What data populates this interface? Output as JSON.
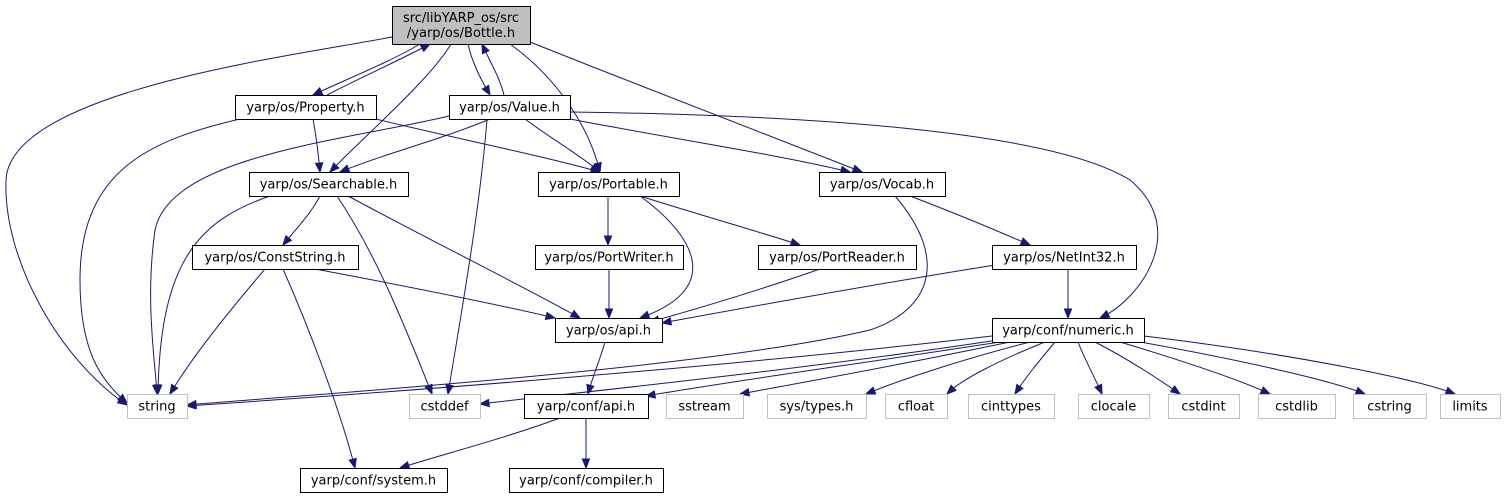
{
  "graph": {
    "colors": {
      "edge": "#191970",
      "box_border": "#000000",
      "sys_border": "#bfbfbf",
      "root_fill": "#bfbfbf",
      "box_fill": "#ffffff",
      "text": "#000000"
    },
    "nodes": [
      {
        "id": "bottle",
        "lines": [
          "src/libYARP_os/src",
          "/yarp/os/Bottle.h"
        ],
        "kind": "root"
      },
      {
        "id": "property",
        "lines": [
          "yarp/os/Property.h"
        ],
        "kind": "file"
      },
      {
        "id": "value",
        "lines": [
          "yarp/os/Value.h"
        ],
        "kind": "file"
      },
      {
        "id": "searchable",
        "lines": [
          "yarp/os/Searchable.h"
        ],
        "kind": "file"
      },
      {
        "id": "portable",
        "lines": [
          "yarp/os/Portable.h"
        ],
        "kind": "file"
      },
      {
        "id": "vocab",
        "lines": [
          "yarp/os/Vocab.h"
        ],
        "kind": "file"
      },
      {
        "id": "conststring",
        "lines": [
          "yarp/os/ConstString.h"
        ],
        "kind": "file"
      },
      {
        "id": "portwriter",
        "lines": [
          "yarp/os/PortWriter.h"
        ],
        "kind": "file"
      },
      {
        "id": "portreader",
        "lines": [
          "yarp/os/PortReader.h"
        ],
        "kind": "file"
      },
      {
        "id": "netint32",
        "lines": [
          "yarp/os/NetInt32.h"
        ],
        "kind": "file"
      },
      {
        "id": "osapi",
        "lines": [
          "yarp/os/api.h"
        ],
        "kind": "file"
      },
      {
        "id": "numeric",
        "lines": [
          "yarp/conf/numeric.h"
        ],
        "kind": "file"
      },
      {
        "id": "string",
        "lines": [
          "string"
        ],
        "kind": "sys"
      },
      {
        "id": "cstddef",
        "lines": [
          "cstddef"
        ],
        "kind": "sys"
      },
      {
        "id": "confapi",
        "lines": [
          "yarp/conf/api.h"
        ],
        "kind": "file"
      },
      {
        "id": "sstream",
        "lines": [
          "sstream"
        ],
        "kind": "sys"
      },
      {
        "id": "systypes",
        "lines": [
          "sys/types.h"
        ],
        "kind": "sys"
      },
      {
        "id": "cfloat",
        "lines": [
          "cfloat"
        ],
        "kind": "sys"
      },
      {
        "id": "cinttypes",
        "lines": [
          "cinttypes"
        ],
        "kind": "sys"
      },
      {
        "id": "clocale",
        "lines": [
          "clocale"
        ],
        "kind": "sys"
      },
      {
        "id": "cstdint",
        "lines": [
          "cstdint"
        ],
        "kind": "sys"
      },
      {
        "id": "cstdlib",
        "lines": [
          "cstdlib"
        ],
        "kind": "sys"
      },
      {
        "id": "cstring",
        "lines": [
          "cstring"
        ],
        "kind": "sys"
      },
      {
        "id": "limits",
        "lines": [
          "limits"
        ],
        "kind": "sys"
      },
      {
        "id": "confsystem",
        "lines": [
          "yarp/conf/system.h"
        ],
        "kind": "file"
      },
      {
        "id": "confcompiler",
        "lines": [
          "yarp/conf/compiler.h"
        ],
        "kind": "file"
      }
    ],
    "edges": [
      {
        "from": "bottle",
        "to": "string"
      },
      {
        "from": "bottle",
        "to": "property"
      },
      {
        "from": "property",
        "to": "bottle"
      },
      {
        "from": "bottle",
        "to": "searchable"
      },
      {
        "from": "bottle",
        "to": "value"
      },
      {
        "from": "value",
        "to": "bottle"
      },
      {
        "from": "bottle",
        "to": "portable"
      },
      {
        "from": "bottle",
        "to": "vocab"
      },
      {
        "from": "property",
        "to": "string"
      },
      {
        "from": "property",
        "to": "searchable"
      },
      {
        "from": "property",
        "to": "portable"
      },
      {
        "from": "value",
        "to": "string"
      },
      {
        "from": "value",
        "to": "searchable"
      },
      {
        "from": "value",
        "to": "cstddef"
      },
      {
        "from": "value",
        "to": "portable"
      },
      {
        "from": "value",
        "to": "vocab"
      },
      {
        "from": "value",
        "to": "numeric"
      },
      {
        "from": "searchable",
        "to": "string"
      },
      {
        "from": "searchable",
        "to": "conststring"
      },
      {
        "from": "searchable",
        "to": "cstddef"
      },
      {
        "from": "searchable",
        "to": "osapi"
      },
      {
        "from": "portable",
        "to": "portwriter"
      },
      {
        "from": "portable",
        "to": "portreader"
      },
      {
        "from": "portable",
        "to": "osapi"
      },
      {
        "from": "vocab",
        "to": "string"
      },
      {
        "from": "vocab",
        "to": "netint32"
      },
      {
        "from": "conststring",
        "to": "string"
      },
      {
        "from": "conststring",
        "to": "osapi"
      },
      {
        "from": "conststring",
        "to": "confsystem"
      },
      {
        "from": "portwriter",
        "to": "osapi"
      },
      {
        "from": "portreader",
        "to": "osapi"
      },
      {
        "from": "netint32",
        "to": "osapi"
      },
      {
        "from": "netint32",
        "to": "numeric"
      },
      {
        "from": "osapi",
        "to": "confapi"
      },
      {
        "from": "numeric",
        "to": "string"
      },
      {
        "from": "numeric",
        "to": "cstddef"
      },
      {
        "from": "numeric",
        "to": "confapi"
      },
      {
        "from": "numeric",
        "to": "sstream"
      },
      {
        "from": "numeric",
        "to": "systypes"
      },
      {
        "from": "numeric",
        "to": "cfloat"
      },
      {
        "from": "numeric",
        "to": "cinttypes"
      },
      {
        "from": "numeric",
        "to": "clocale"
      },
      {
        "from": "numeric",
        "to": "cstdint"
      },
      {
        "from": "numeric",
        "to": "cstdlib"
      },
      {
        "from": "numeric",
        "to": "cstring"
      },
      {
        "from": "numeric",
        "to": "limits"
      },
      {
        "from": "confapi",
        "to": "confsystem"
      },
      {
        "from": "confapi",
        "to": "confcompiler"
      }
    ]
  }
}
